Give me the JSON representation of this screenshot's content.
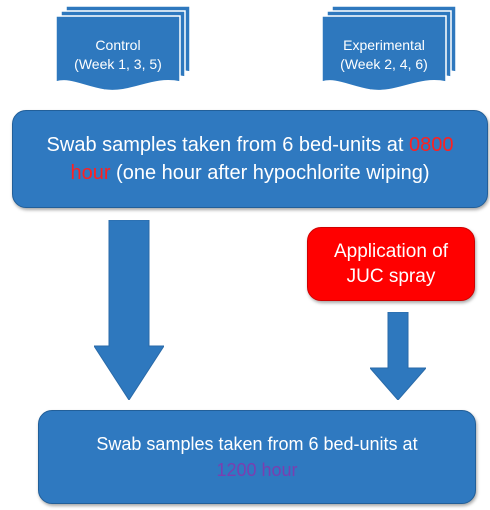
{
  "docs": {
    "control": {
      "line1": "Control",
      "line2": "(Week 1, 3, 5)"
    },
    "experimental": {
      "line1": "Experimental",
      "line2": "(Week 2, 4, 6)"
    }
  },
  "top_box": {
    "line1_pre": "Swab samples taken from 6 bed-units at ",
    "line1_highlight": "0800",
    "line2_highlight": "hour",
    "line2_post": " (one hour after hypochlorite wiping)"
  },
  "red_box": {
    "line1": "Application of",
    "line2": "JUC spray"
  },
  "bottom_box": {
    "line1": "Swab samples taken from 6 bed-units at",
    "line2_highlight": "1200 hour"
  },
  "colors": {
    "box_blue": "#2f79c0",
    "doc_blue": "#2e78be",
    "red": "#ff0000",
    "highlight_red": "#ff2020",
    "highlight_purple": "#7a3fb0"
  }
}
